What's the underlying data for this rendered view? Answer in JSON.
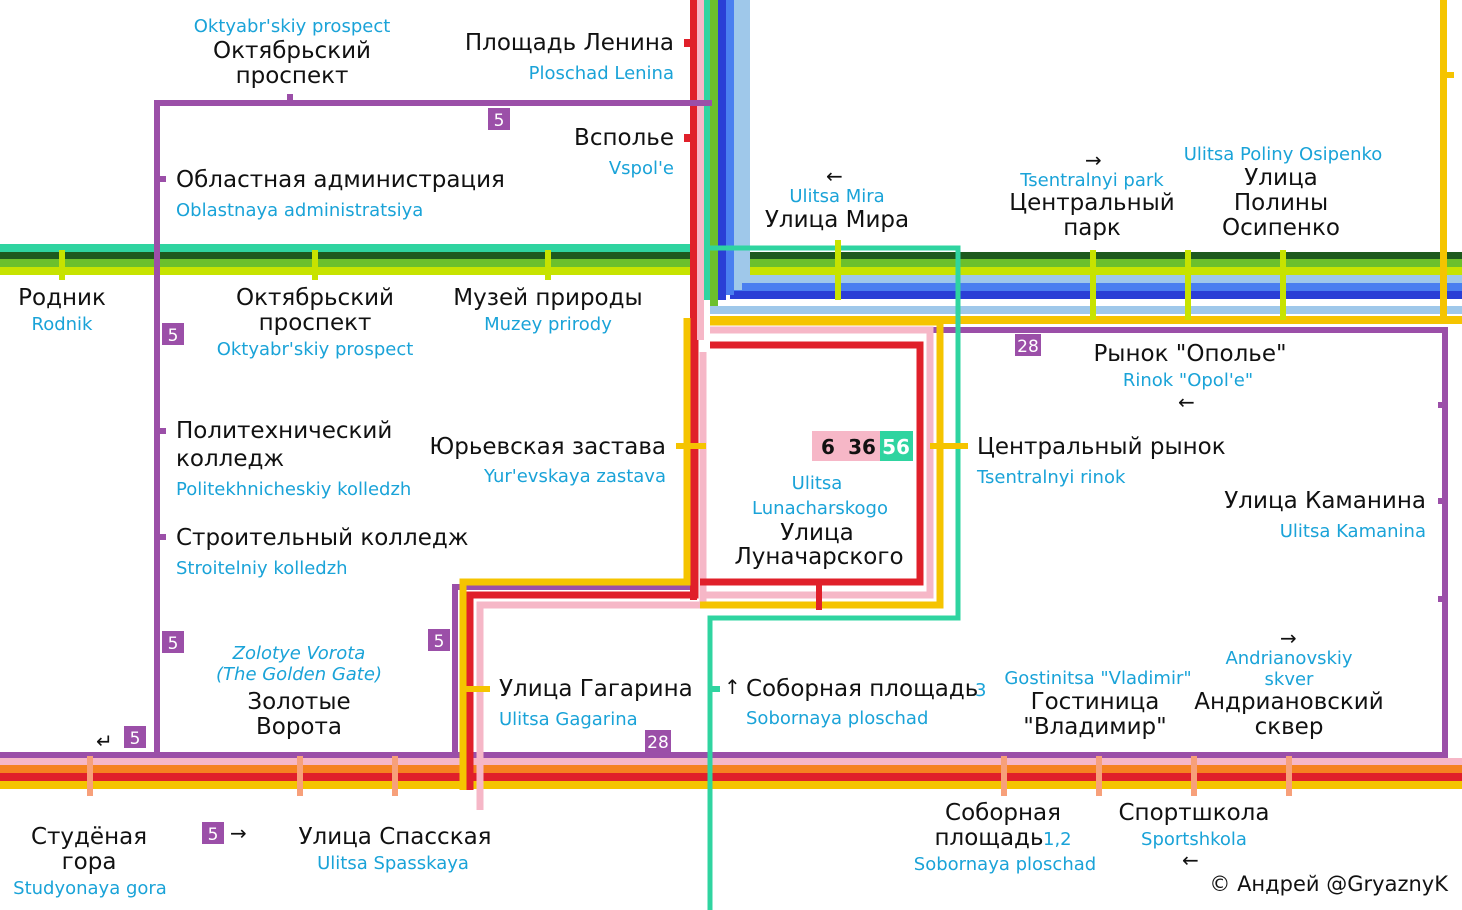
{
  "stations": {
    "ploschad_lenina": {
      "ru": "Площадь Ленина",
      "en": "Ploschad Lenina"
    },
    "vspole": {
      "ru": "Всполье",
      "en": "Vspol'e"
    },
    "oktyabrskiy_top": {
      "ru1": "Октябрьский",
      "ru2": "проспект",
      "en": "Oktyabr'skiy prospect"
    },
    "oblastnaya": {
      "ru": "Областная администрация",
      "en": "Oblastnaya administratsiya"
    },
    "rodnik": {
      "ru": "Родник",
      "en": "Rodnik"
    },
    "oktyabrskiy_mid": {
      "ru1": "Октябрьский",
      "ru2": "проспект",
      "en": "Oktyabr'skiy prospect"
    },
    "muzey": {
      "ru": "Музей природы",
      "en": "Muzey prirody"
    },
    "ulitsa_mira": {
      "ru": "Улица Мира",
      "en": "Ulitsa Mira"
    },
    "tsentralnyi_park": {
      "ru1": "Центральный",
      "ru2": "парк",
      "en": "Tsentralnyi park"
    },
    "poliny_osipenko": {
      "ru1": "Улица",
      "ru2": "Полины",
      "ru3": "Осипенко",
      "en": "Ulitsa Poliny Osipenko"
    },
    "rynok_opole": {
      "ru": "Рынок \"Ополье\"",
      "en": "Rinok \"Opol'e\""
    },
    "politekh": {
      "ru1": "Политехнический",
      "ru2": "колледж",
      "en": "Politekhnicheskiy kolledzh"
    },
    "yurevskaya": {
      "ru": "Юрьевская застава",
      "en": "Yur'evskaya zastava"
    },
    "tsentralnyi_rynok": {
      "ru": "Центральный рынок",
      "en": "Tsentralnyi rinok"
    },
    "lunacharskogo": {
      "ru1": "Улица",
      "ru2": "Луначарского",
      "en1": "Ulitsa",
      "en2": "Lunacharskogo"
    },
    "kamanina": {
      "ru": "Улица Каманина",
      "en": "Ulitsa Kamanina"
    },
    "stroitelnyi": {
      "ru": "Строительный колледж",
      "en": "Stroitelniy kolledzh"
    },
    "zolotye_vorota": {
      "ru1": "Золотые",
      "ru2": "Ворота",
      "en1": "Zolotye Vorota",
      "en2": "(The Golden Gate)"
    },
    "gagarina": {
      "ru": "Улица Гагарина",
      "en": "Ulitsa Gagarina"
    },
    "sobornaya_3": {
      "ru": "Соборная площадь",
      "num": "3",
      "en": "Sobornaya ploschad"
    },
    "gostinitsa": {
      "ru1": "Гостиница",
      "ru2": "\"Владимир\"",
      "en": "Gostinitsa \"Vladimir\""
    },
    "andrianovskiy": {
      "ru1": "Андриановский",
      "ru2": "сквер",
      "en1": "Andrianovskiy",
      "en2": "skver"
    },
    "studyonaya": {
      "ru1": "Студёная",
      "ru2": "гора",
      "en": "Studyonaya gora"
    },
    "spasskaya": {
      "ru": "Улица Спасская",
      "en": "Ulitsa Spasskaya"
    },
    "sobornaya_12": {
      "ru1": "Соборная",
      "ru2": "площадь",
      "num": "1,2",
      "en": "Sobornaya ploschad"
    },
    "sportshkola": {
      "ru": "Спортшкола",
      "en": "Sportshkola"
    }
  },
  "badges": {
    "route5": "5",
    "route28": "28"
  },
  "route_box": {
    "r6": "6",
    "r36": "36",
    "r56": "56"
  },
  "arrows": {
    "left": "←",
    "right": "→",
    "up": "↑",
    "return": "↵"
  },
  "credit": "© Андрей @GryaznyK",
  "colors": {
    "purple": "#9b4fa8",
    "teal": "#2fd4a0",
    "red": "#e0202a",
    "yellow": "#f5c400",
    "pink": "#f6b7c7",
    "orange": "#f58220",
    "salmon": "#f7a07a",
    "darkgreen": "#1e5a1e",
    "green": "#6cc02c",
    "lime": "#c7e300",
    "blue": "#2a3fd6",
    "midblue": "#4a7ff0",
    "lightblue": "#9fc8ea",
    "badge": "#9b4fa8",
    "station_label": "#1aa3d8"
  }
}
